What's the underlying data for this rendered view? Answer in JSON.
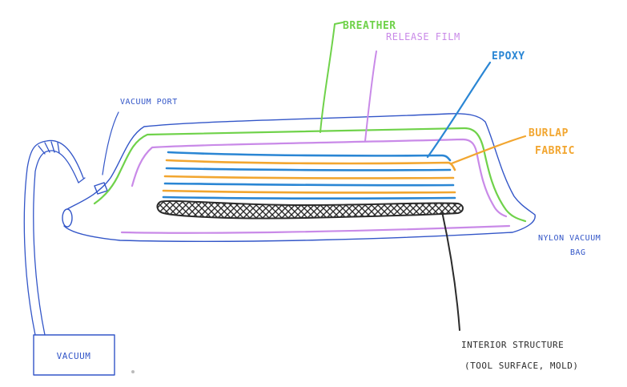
{
  "colors": {
    "bag": "#3356c8",
    "breather": "#6fd24a",
    "release_film": "#c98ae8",
    "epoxy": "#2a86d4",
    "burlap": "#f2a630",
    "mold": "#2b2b2b",
    "background": "#ffffff"
  },
  "labels": {
    "breather": "BREATHER",
    "release_film": "RELEASE FILM",
    "epoxy": "EPOXY",
    "burlap_line1": "BURLAP",
    "burlap_line2": "FABRIC",
    "vacuum_port": "VACUUM PORT",
    "nylon_line1": "NYLON VACUUM",
    "nylon_line2": "BAG",
    "interior_line1": "INTERIOR STRUCTURE",
    "interior_line2": "(TOOL SURFACE, MOLD)",
    "vacuum": "VACUUM"
  }
}
